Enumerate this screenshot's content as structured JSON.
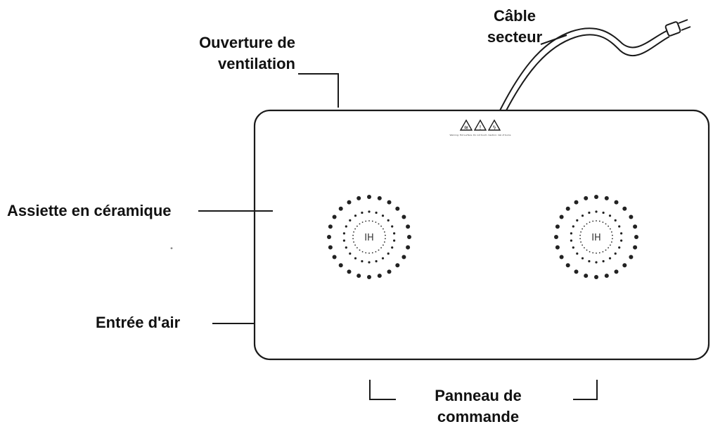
{
  "labels": {
    "power_cable": {
      "line1": "Câble",
      "line2": "secteur"
    },
    "vent": {
      "line1": "Ouverture de",
      "line2": "ventilation"
    },
    "ceramic_plate": "Assiette en céramique",
    "air_inlet": "Entrée d'air",
    "control_panel": {
      "line1": "Panneau de",
      "line2": "commande"
    }
  },
  "burners": [
    {
      "marking": "IH"
    },
    {
      "marking": "IH"
    }
  ],
  "warning_caption": "Warning: Hot surface. Do not touch. Caution: risk of burns",
  "colors": {
    "line": "#1a1a1a",
    "text": "#111111",
    "background": "#ffffff",
    "dots": "#222222"
  },
  "icons": [
    "hot-surface-warning-icon",
    "caution-triangle-icon",
    "electric-shock-warning-icon"
  ]
}
